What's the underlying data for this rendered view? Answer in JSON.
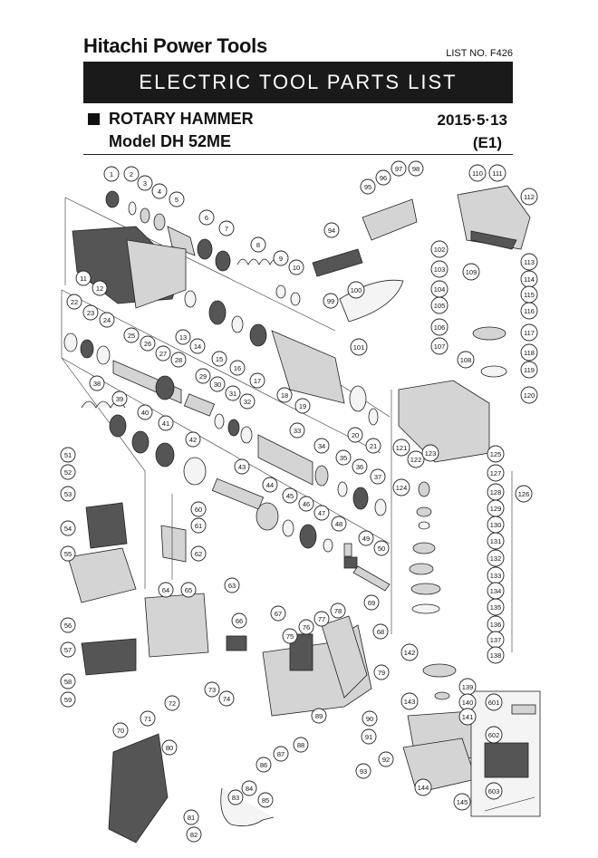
{
  "header": {
    "brand": "Hitachi Power Tools",
    "list_no": "LIST NO. F426",
    "banner": "ELECTRIC  TOOL  PARTS  LIST",
    "product": "ROTARY HAMMER",
    "model": "Model DH 52ME",
    "date": "2015·5·13",
    "region": "(E1)"
  },
  "callouts": [
    {
      "n": "1"
    },
    {
      "n": "2"
    },
    {
      "n": "3"
    },
    {
      "n": "4"
    },
    {
      "n": "5"
    },
    {
      "n": "6"
    },
    {
      "n": "7"
    },
    {
      "n": "8"
    },
    {
      "n": "9"
    },
    {
      "n": "10"
    },
    {
      "n": "11"
    },
    {
      "n": "12"
    },
    {
      "n": "13"
    },
    {
      "n": "14"
    },
    {
      "n": "15"
    },
    {
      "n": "16"
    },
    {
      "n": "17"
    },
    {
      "n": "18"
    },
    {
      "n": "19"
    },
    {
      "n": "20"
    },
    {
      "n": "21"
    },
    {
      "n": "22"
    },
    {
      "n": "23"
    },
    {
      "n": "24"
    },
    {
      "n": "25"
    },
    {
      "n": "26"
    },
    {
      "n": "27"
    },
    {
      "n": "28"
    },
    {
      "n": "29"
    },
    {
      "n": "30"
    },
    {
      "n": "31"
    },
    {
      "n": "32"
    },
    {
      "n": "33"
    },
    {
      "n": "34"
    },
    {
      "n": "35"
    },
    {
      "n": "36"
    },
    {
      "n": "37"
    },
    {
      "n": "38"
    },
    {
      "n": "39"
    },
    {
      "n": "40"
    },
    {
      "n": "41"
    },
    {
      "n": "42"
    },
    {
      "n": "43"
    },
    {
      "n": "44"
    },
    {
      "n": "45"
    },
    {
      "n": "46"
    },
    {
      "n": "47"
    },
    {
      "n": "48"
    },
    {
      "n": "49"
    },
    {
      "n": "50"
    },
    {
      "n": "51"
    },
    {
      "n": "52"
    },
    {
      "n": "53"
    },
    {
      "n": "54"
    },
    {
      "n": "55"
    },
    {
      "n": "56"
    },
    {
      "n": "57"
    },
    {
      "n": "58"
    },
    {
      "n": "59"
    },
    {
      "n": "60"
    },
    {
      "n": "61"
    },
    {
      "n": "62"
    },
    {
      "n": "63"
    },
    {
      "n": "64"
    },
    {
      "n": "65"
    },
    {
      "n": "66"
    },
    {
      "n": "67"
    },
    {
      "n": "68"
    },
    {
      "n": "69"
    },
    {
      "n": "70"
    },
    {
      "n": "71"
    },
    {
      "n": "72"
    },
    {
      "n": "73"
    },
    {
      "n": "74"
    },
    {
      "n": "75"
    },
    {
      "n": "76"
    },
    {
      "n": "77"
    },
    {
      "n": "78"
    },
    {
      "n": "79"
    },
    {
      "n": "80"
    },
    {
      "n": "81"
    },
    {
      "n": "82"
    },
    {
      "n": "83"
    },
    {
      "n": "84"
    },
    {
      "n": "85"
    },
    {
      "n": "86"
    },
    {
      "n": "87"
    },
    {
      "n": "88"
    },
    {
      "n": "89"
    },
    {
      "n": "90"
    },
    {
      "n": "91"
    },
    {
      "n": "92"
    },
    {
      "n": "93"
    },
    {
      "n": "94"
    },
    {
      "n": "95"
    },
    {
      "n": "96"
    },
    {
      "n": "97"
    },
    {
      "n": "98"
    },
    {
      "n": "99"
    },
    {
      "n": "100"
    },
    {
      "n": "101"
    },
    {
      "n": "102"
    },
    {
      "n": "103"
    },
    {
      "n": "104"
    },
    {
      "n": "105"
    },
    {
      "n": "106"
    },
    {
      "n": "107"
    },
    {
      "n": "108"
    },
    {
      "n": "109"
    },
    {
      "n": "110"
    },
    {
      "n": "111"
    },
    {
      "n": "112"
    },
    {
      "n": "113"
    },
    {
      "n": "114"
    },
    {
      "n": "115"
    },
    {
      "n": "116"
    },
    {
      "n": "117"
    },
    {
      "n": "118"
    },
    {
      "n": "119"
    },
    {
      "n": "120"
    },
    {
      "n": "121"
    },
    {
      "n": "122"
    },
    {
      "n": "123"
    },
    {
      "n": "124"
    },
    {
      "n": "125"
    },
    {
      "n": "126"
    },
    {
      "n": "127"
    },
    {
      "n": "128"
    },
    {
      "n": "129"
    },
    {
      "n": "130"
    },
    {
      "n": "131"
    },
    {
      "n": "132"
    },
    {
      "n": "133"
    },
    {
      "n": "134"
    },
    {
      "n": "135"
    },
    {
      "n": "136"
    },
    {
      "n": "137"
    },
    {
      "n": "138"
    },
    {
      "n": "139"
    },
    {
      "n": "140"
    },
    {
      "n": "141"
    },
    {
      "n": "142"
    },
    {
      "n": "143"
    },
    {
      "n": "144"
    },
    {
      "n": "145"
    },
    {
      "n": "601"
    },
    {
      "n": "602"
    },
    {
      "n": "603"
    }
  ]
}
